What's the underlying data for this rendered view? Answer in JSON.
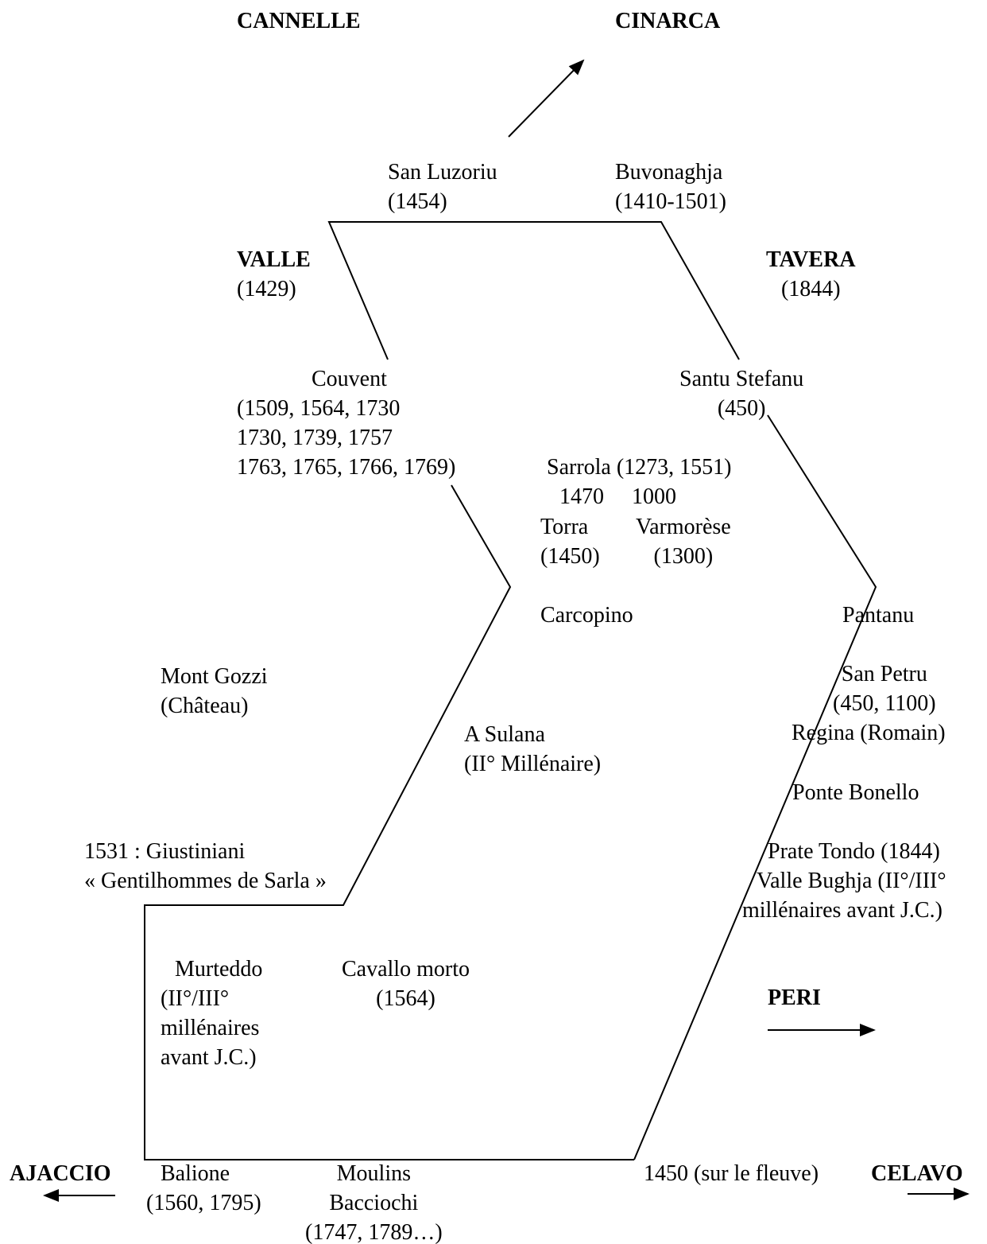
{
  "labels": {
    "cannelle": [
      "CANNELLE"
    ],
    "cinarca": [
      "CINARCA"
    ],
    "san_luzoriu": [
      "San Luzoriu",
      "(1454)"
    ],
    "buvonaghja": [
      "Buvonaghja",
      "(1410-1501)"
    ],
    "valle": [
      "VALLE",
      "(1429)"
    ],
    "tavera": [
      "TAVERA",
      "(1844)"
    ],
    "couvent": [
      "Couvent",
      "(1509, 1564, 1730",
      "1730, 1739, 1757",
      "1763, 1765, 1766, 1769)"
    ],
    "santu_stefanu": [
      "Santu Stefanu",
      "(450)"
    ],
    "sarrola_years": [
      "1470     1000"
    ],
    "sarrola": [
      "Sarrola (1273, 1551)"
    ],
    "torra": [
      "Torra",
      "(1450)"
    ],
    "varmorese": [
      "Varmorèse",
      "(1300)"
    ],
    "carcopino": [
      "Carcopino"
    ],
    "pantanu": [
      "Pantanu"
    ],
    "mont_gozzi": [
      "Mont Gozzi",
      "(Château)"
    ],
    "san_petru": [
      "San Petru",
      "(450, 1100)"
    ],
    "regina": [
      "Regina (Romain)"
    ],
    "a_sulana": [
      "A Sulana",
      "(II° Millénaire)"
    ],
    "ponte_bonello": [
      "Ponte Bonello"
    ],
    "giustiniani": [
      "1531 : Giustiniani",
      "« Gentilhommes de Sarla »"
    ],
    "prate_tondo": [
      "Prate Tondo (1844)"
    ],
    "valle_bughja": [
      "Valle Bughja (II°/III°",
      "millénaires avant J.C.)"
    ],
    "murteddo": [
      "Murteddo",
      "(II°/III°",
      "millénaires",
      "avant J.C.)"
    ],
    "cavallo_morto": [
      "Cavallo morto",
      "(1564)"
    ],
    "peri": [
      "PERI"
    ],
    "ajaccio": [
      "AJACCIO"
    ],
    "balione": [
      "Balione",
      "(1560, 1795)"
    ],
    "moulins": [
      "Moulins",
      "Bacciochi",
      "(1747, 1789…)"
    ],
    "fleuve": [
      "1450 (sur le fleuve)"
    ],
    "celavo": [
      "CELAVO"
    ]
  },
  "colors": {
    "ink": "#000000",
    "background": "#ffffff"
  }
}
